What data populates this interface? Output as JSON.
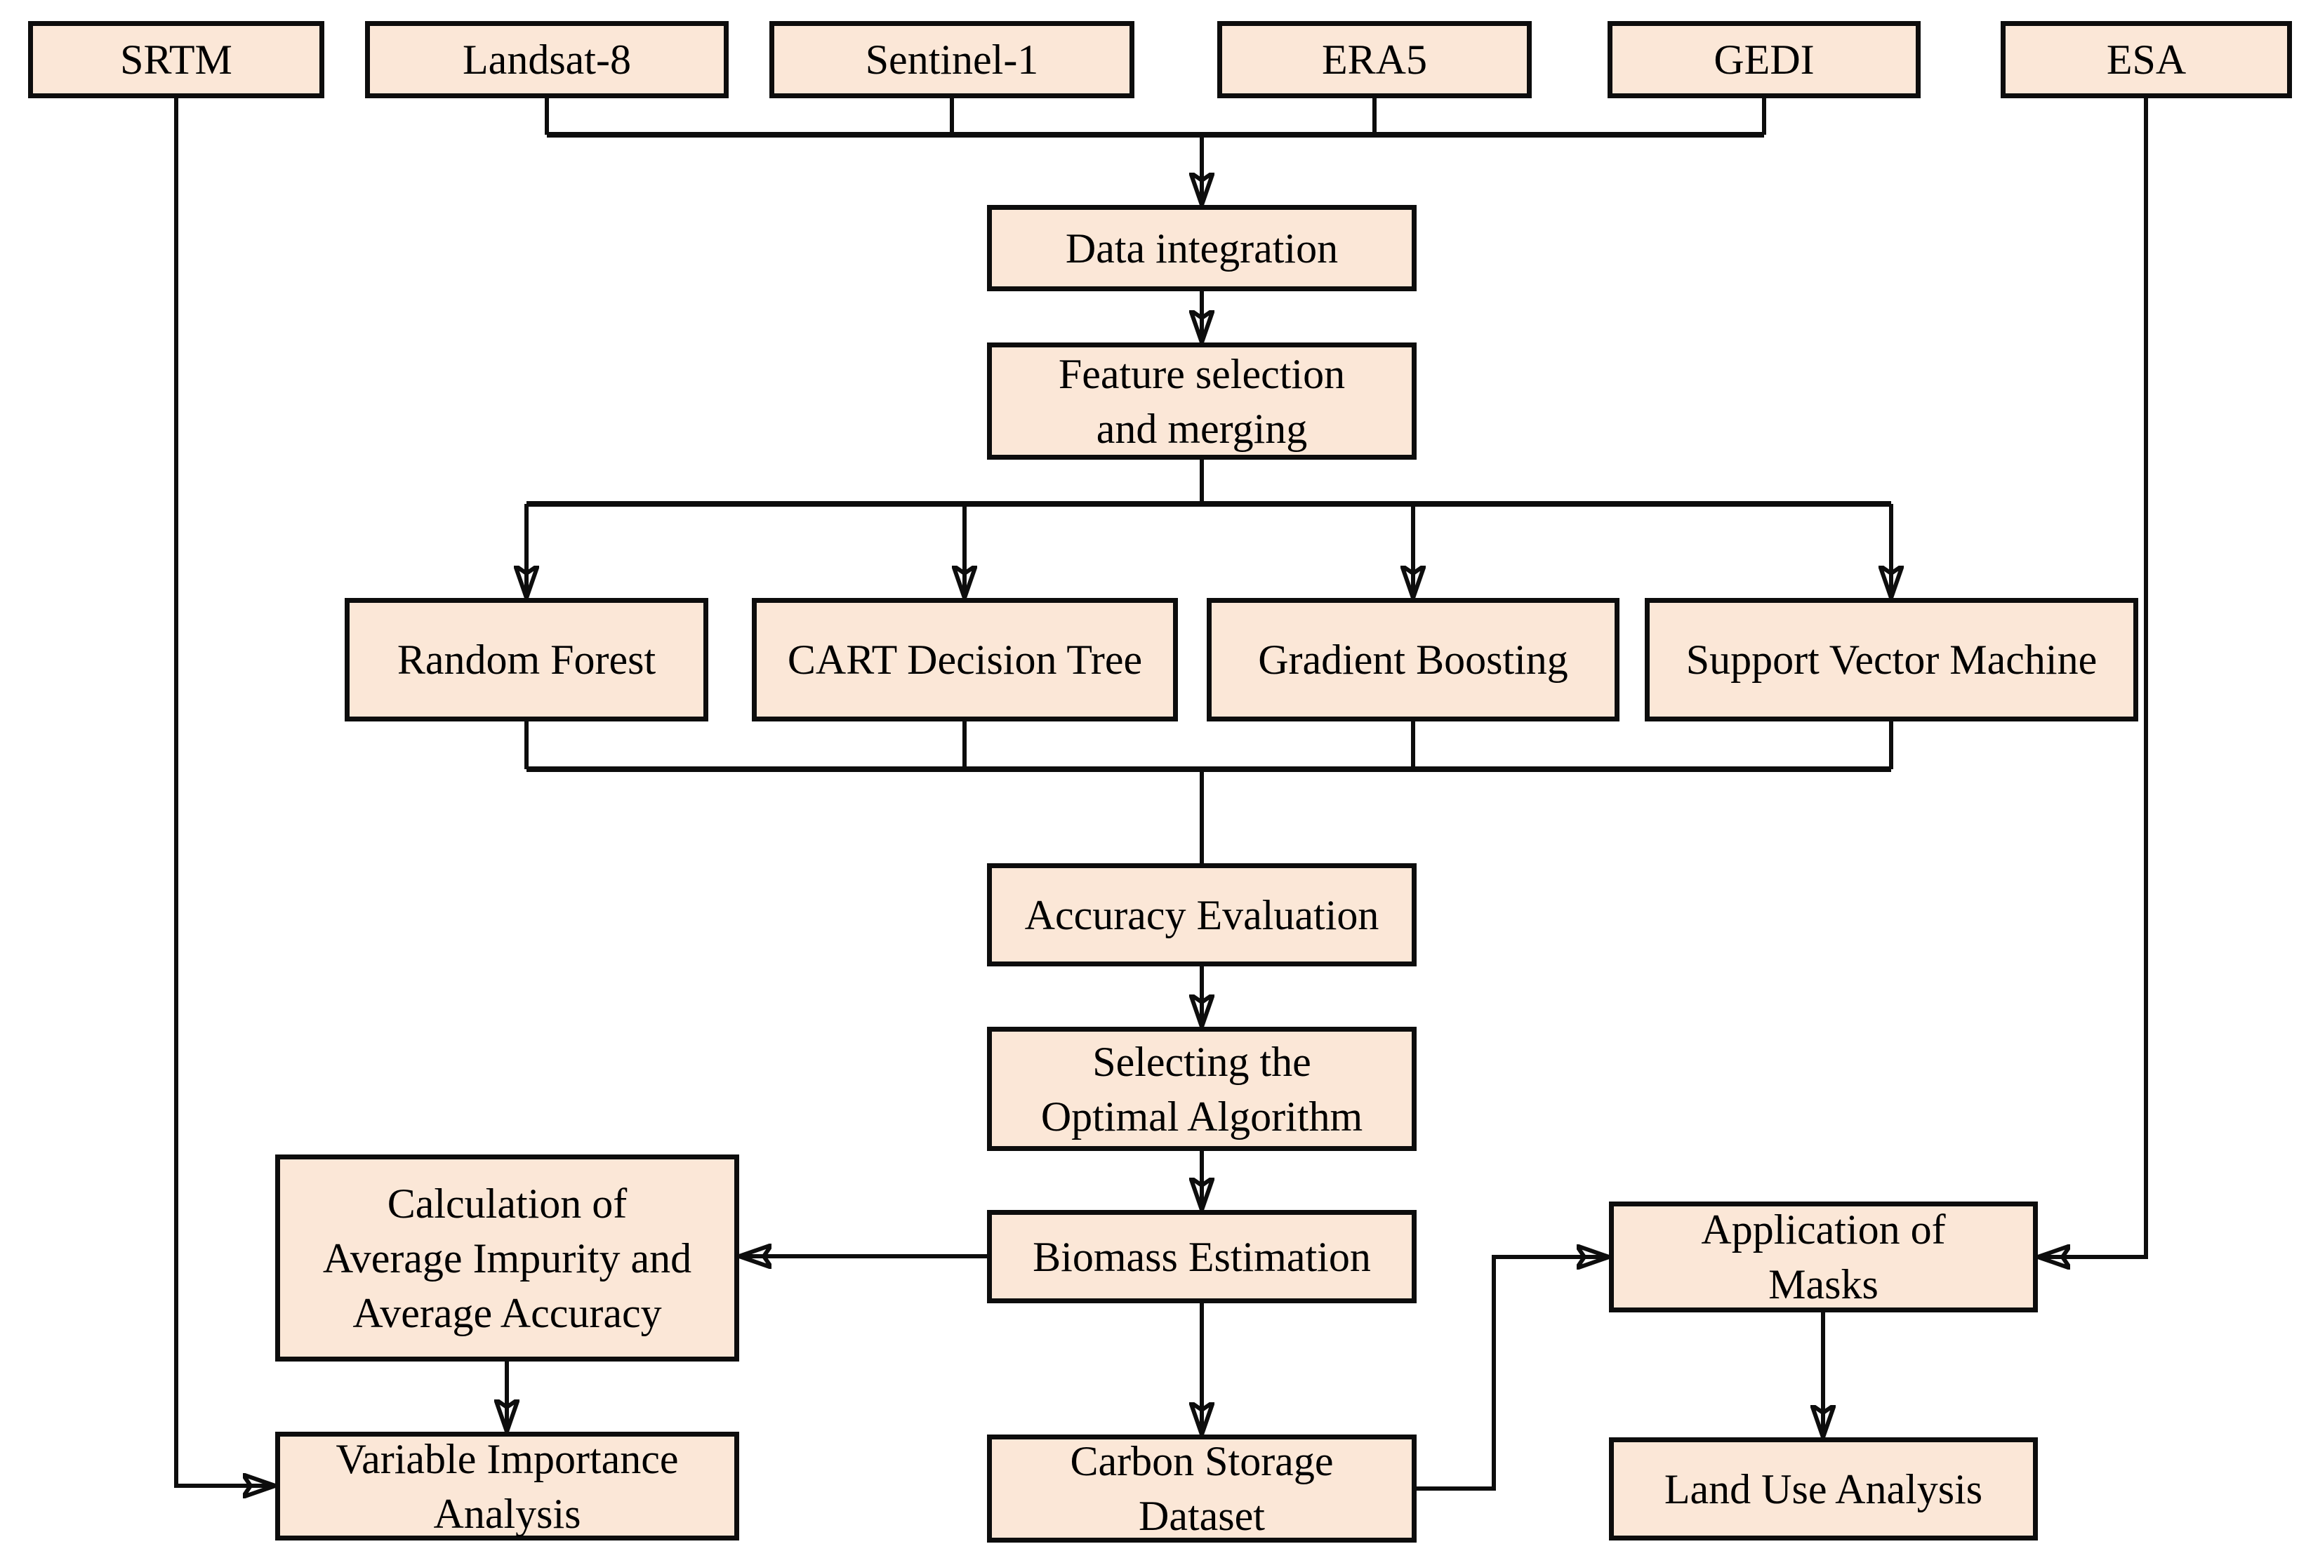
{
  "figure": {
    "title": "Carbon storage estimation workflow flowchart",
    "background": "#ffffff",
    "box_fill": "#fbe7d7",
    "box_border": "#0d0d0d",
    "line_color": "#0d0d0d"
  },
  "nodes": {
    "srtm": {
      "label": "SRTM"
    },
    "landsat8": {
      "label": "Landsat-8"
    },
    "sentinel1": {
      "label": "Sentinel-1"
    },
    "era5": {
      "label": "ERA5"
    },
    "gedi": {
      "label": "GEDI"
    },
    "esa": {
      "label": "ESA"
    },
    "data_integration": {
      "label": "Data integration"
    },
    "feature_selection": {
      "label": "Feature selection\nand merging"
    },
    "random_forest": {
      "label": "Random Forest"
    },
    "cart": {
      "label": "CART Decision Tree"
    },
    "gradient_boosting": {
      "label": "Gradient Boosting"
    },
    "svm": {
      "label": "Support Vector Machine"
    },
    "accuracy_evaluation": {
      "label": "Accuracy Evaluation"
    },
    "selecting_optimal": {
      "label": "Selecting the\nOptimal Algorithm"
    },
    "biomass_estimation": {
      "label": "Biomass Estimation"
    },
    "calculation_avg": {
      "label": "Calculation of\nAverage Impurity and\nAverage Accuracy"
    },
    "variable_importance": {
      "label": "Variable Importance\nAnalysis"
    },
    "carbon_storage": {
      "label": "Carbon Storage\nDataset"
    },
    "application_masks": {
      "label": "Application of\nMasks"
    },
    "land_use": {
      "label": "Land Use Analysis"
    }
  },
  "edges": [
    {
      "from": "landsat8",
      "to": "data_integration"
    },
    {
      "from": "sentinel1",
      "to": "data_integration"
    },
    {
      "from": "era5",
      "to": "data_integration"
    },
    {
      "from": "gedi",
      "to": "data_integration"
    },
    {
      "from": "data_integration",
      "to": "feature_selection"
    },
    {
      "from": "feature_selection",
      "to": "random_forest"
    },
    {
      "from": "feature_selection",
      "to": "cart"
    },
    {
      "from": "feature_selection",
      "to": "gradient_boosting"
    },
    {
      "from": "feature_selection",
      "to": "svm"
    },
    {
      "from": "random_forest",
      "to": "accuracy_evaluation"
    },
    {
      "from": "cart",
      "to": "accuracy_evaluation"
    },
    {
      "from": "gradient_boosting",
      "to": "accuracy_evaluation"
    },
    {
      "from": "svm",
      "to": "accuracy_evaluation"
    },
    {
      "from": "accuracy_evaluation",
      "to": "selecting_optimal"
    },
    {
      "from": "selecting_optimal",
      "to": "biomass_estimation"
    },
    {
      "from": "biomass_estimation",
      "to": "calculation_avg"
    },
    {
      "from": "biomass_estimation",
      "to": "carbon_storage"
    },
    {
      "from": "calculation_avg",
      "to": "variable_importance"
    },
    {
      "from": "srtm",
      "to": "variable_importance"
    },
    {
      "from": "carbon_storage",
      "to": "application_masks"
    },
    {
      "from": "esa",
      "to": "application_masks"
    },
    {
      "from": "application_masks",
      "to": "land_use"
    }
  ]
}
